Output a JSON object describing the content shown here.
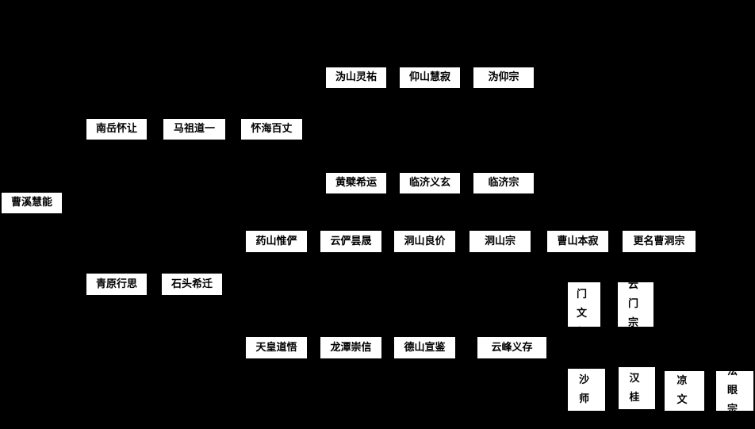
{
  "nodes": {
    "huineng": "曹溪慧能",
    "nanyue": "南岳怀让",
    "mazu": "马祖道一",
    "baizhang": "怀海百丈",
    "guishan": "沩山灵祐",
    "yangshan": "仰山慧寂",
    "guiyang": "沩仰宗",
    "huangbo": "黄檗希运",
    "linji_yixuan": "临济义玄",
    "linji": "临济宗",
    "qingyuan": "青原行思",
    "shitou": "石头希迁",
    "yaoshan": "药山惟俨",
    "yunyan": "云俨昙晟",
    "dongshan_liangjie": "洞山良价",
    "dongshan": "洞山宗",
    "caoshan": "曹山本寂",
    "caodong": "更名曹洞宗",
    "tianhuang": "天皇道悟",
    "longtan": "龙潭崇信",
    "deshan": "德山宣鉴",
    "xuefeng": "云峰义存",
    "yunmen_wenyan": "云门文偃",
    "yunmen": "云门宗",
    "xuansha": "宣沙师备",
    "luohan": "罗汉桂琛",
    "qingliang": "清凉文益",
    "fayan": "法眼宗"
  }
}
